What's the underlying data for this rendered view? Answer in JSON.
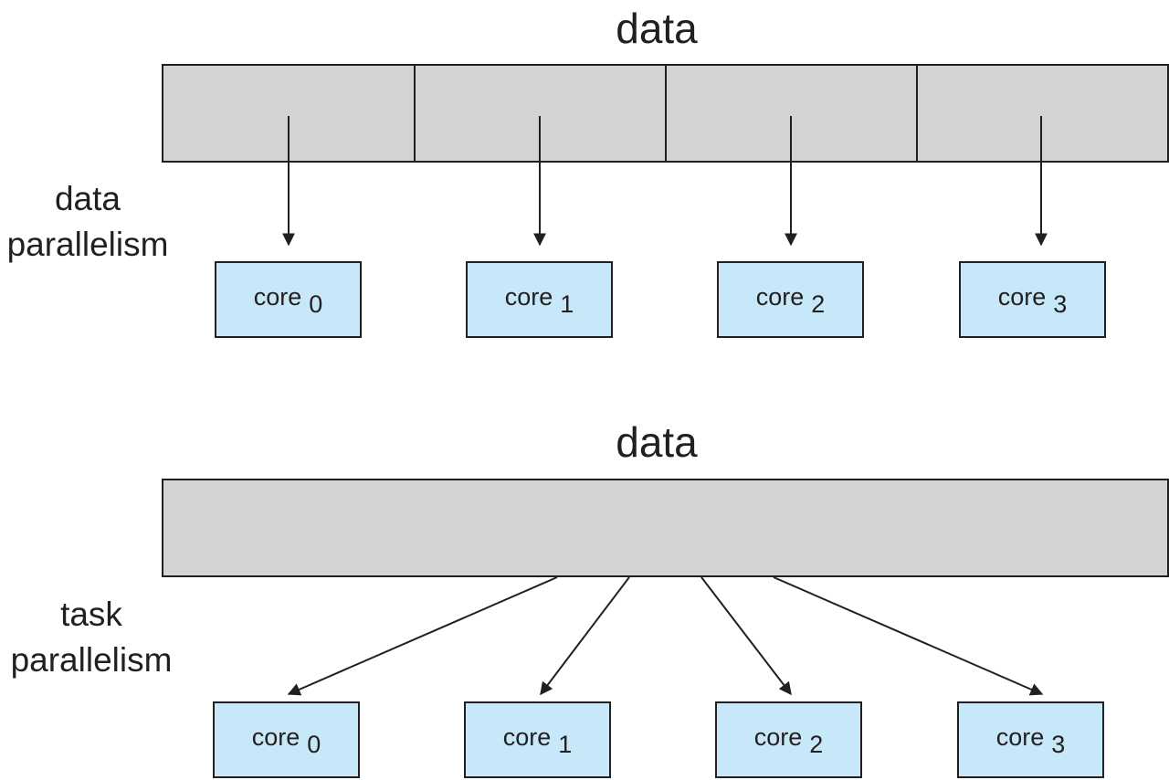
{
  "top": {
    "title": "data",
    "label_lines": [
      "data",
      "parallelism"
    ],
    "cores": [
      {
        "word": "core",
        "num": "0"
      },
      {
        "word": "core",
        "num": "1"
      },
      {
        "word": "core",
        "num": "2"
      },
      {
        "word": "core",
        "num": "3"
      }
    ]
  },
  "bottom": {
    "title": "data",
    "label_lines": [
      "task",
      "parallelism"
    ],
    "cores": [
      {
        "word": "core",
        "num": "0"
      },
      {
        "word": "core",
        "num": "1"
      },
      {
        "word": "core",
        "num": "2"
      },
      {
        "word": "core",
        "num": "3"
      }
    ]
  },
  "colors": {
    "data_fill": "#d1d3d4",
    "core_fill": "#c7e8f8",
    "stroke": "#231f20"
  }
}
